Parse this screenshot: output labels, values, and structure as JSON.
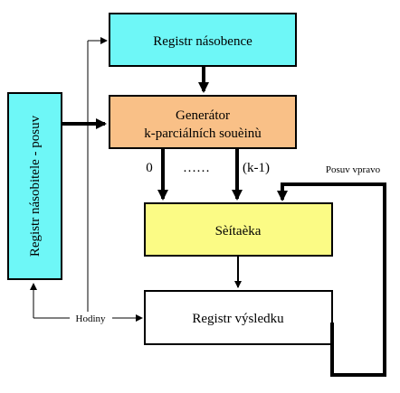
{
  "blocks": {
    "multiplicand_register": "Registr násobence",
    "partial_product_generator_line1": "Generátor",
    "partial_product_generator_line2": "k-parciálních souèinù",
    "adder": "Sèítaèka",
    "result_register": "Registr výsledku",
    "multiplier_shift_register": "Registr násobitele - posuv"
  },
  "labels": {
    "input_zero": "0",
    "input_dots": "……",
    "input_k_minus_1": "(k-1)",
    "shift_right": "Posuv vpravo",
    "clock": "Hodiny"
  },
  "colors": {
    "multiplicand_register": "#6ef7f7",
    "multiplier_shift_register": "#6ef7f7",
    "partial_product_generator": "#f9c087",
    "adder": "#fbfb85",
    "result_register": "#ffffff",
    "lines": "#000000"
  }
}
